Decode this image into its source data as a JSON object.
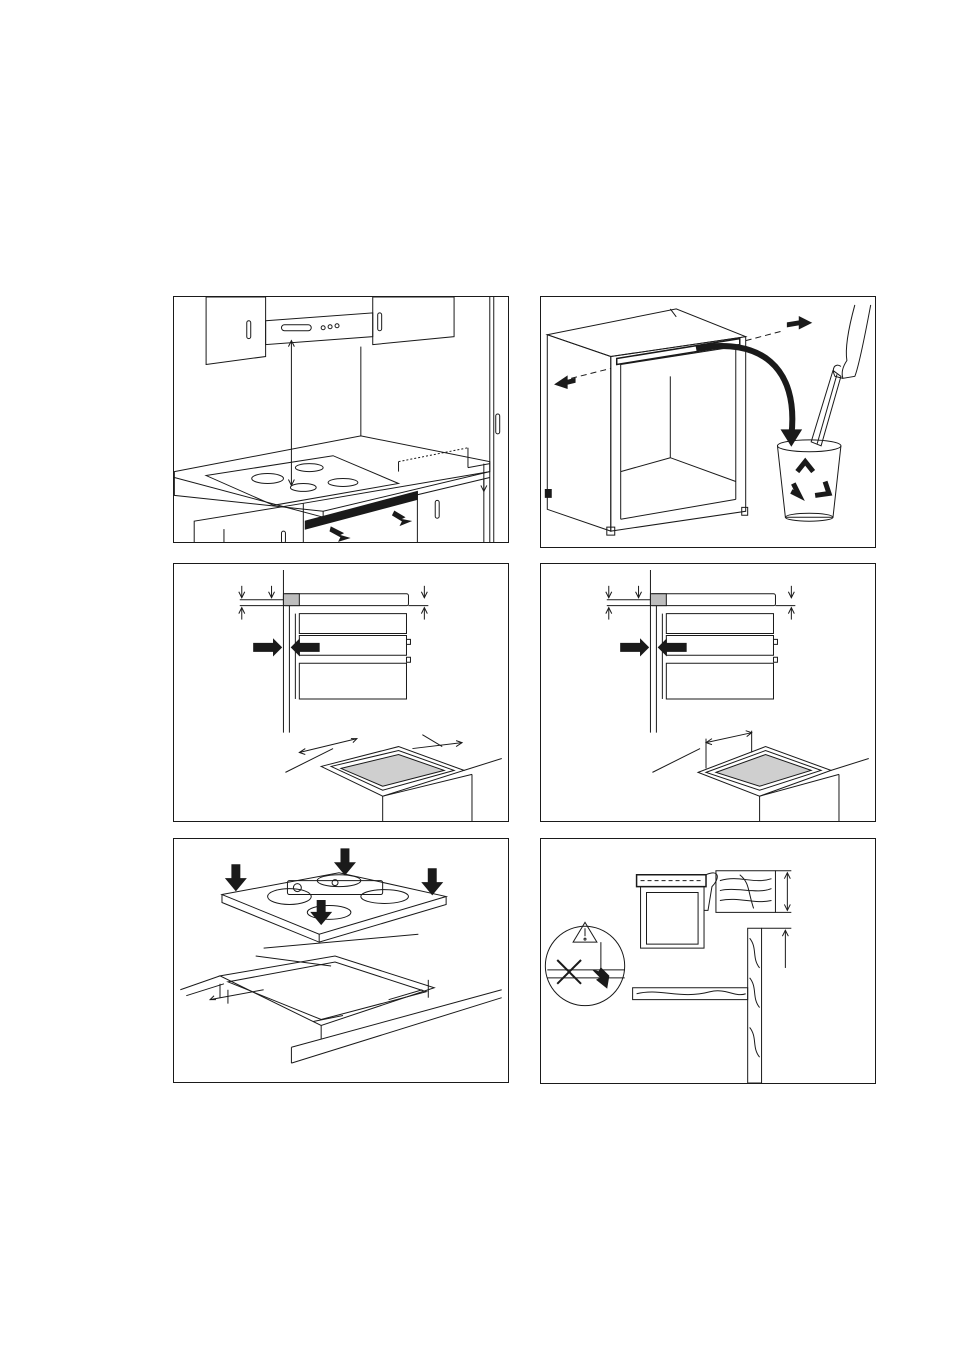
{
  "figures": [
    {
      "id": "fig-1",
      "icons": [
        "hob-icon",
        "cooker-hood-icon",
        "arrow-icon"
      ]
    },
    {
      "id": "fig-2",
      "icons": [
        "cabinet-icon",
        "recycle-bin-icon",
        "hand-icon"
      ]
    },
    {
      "id": "fig-3",
      "icons": [
        "worktop-section-icon",
        "cutout-icon"
      ]
    },
    {
      "id": "fig-4",
      "icons": [
        "worktop-section-icon",
        "cutout-icon"
      ]
    },
    {
      "id": "fig-5",
      "icons": [
        "hob-icon",
        "cutout-frame-icon",
        "arrow-icon"
      ]
    },
    {
      "id": "fig-6",
      "icons": [
        "warning-icon",
        "cross-icon",
        "wood-panel-icon"
      ]
    }
  ],
  "colors": {
    "line": "#1a1a1a",
    "fill_grey": "#cfcfcf",
    "background": "#ffffff"
  }
}
